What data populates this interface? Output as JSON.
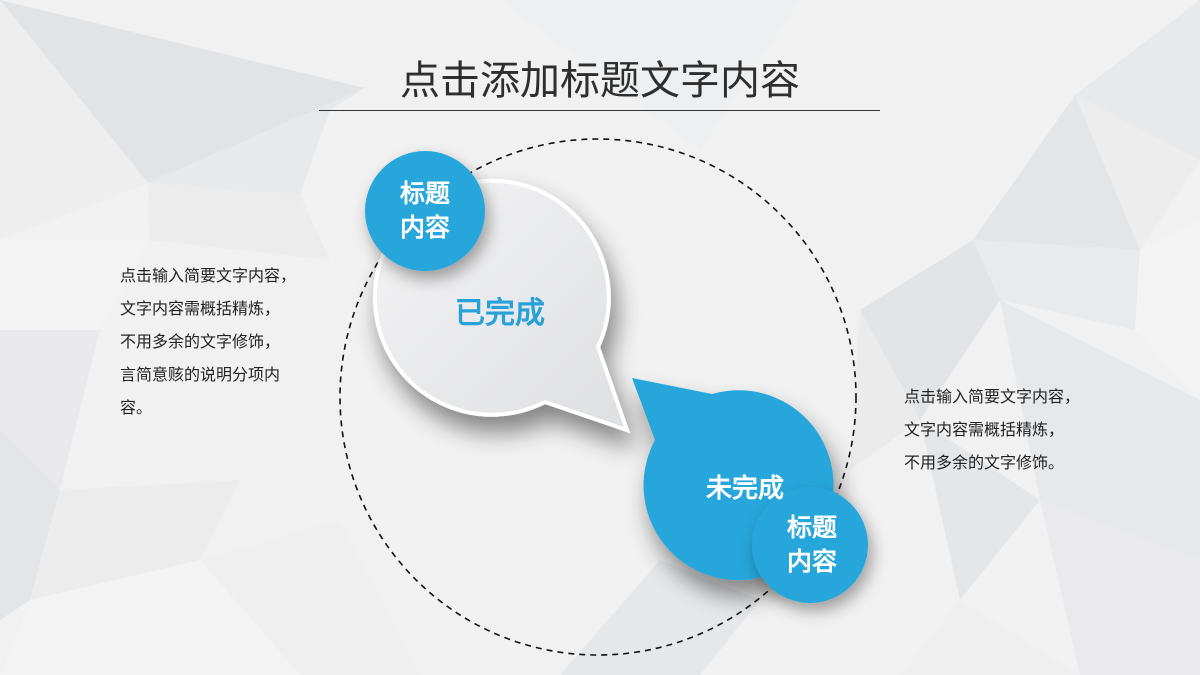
{
  "slide": {
    "title": "点击添加标题文字内容",
    "left_description": "点击输入简要文字内容，\n文字内容需概括精炼，\n不用多余的文字修饰，\n言简意赅的说明分项内\n容。",
    "right_description": "点击输入简要文字内容，\n文字内容需概括精炼，\n不用多余的文字修饰。",
    "bubbles": [
      {
        "label": "已完成",
        "badge_line1": "标题",
        "badge_line2": "内容",
        "bubble_color": "#e9e9ea",
        "label_color": "#27a1d8"
      },
      {
        "label": "未完成",
        "badge_line1": "标题",
        "badge_line2": "内容",
        "bubble_color": "#27a6db",
        "label_color": "#ffffff"
      }
    ]
  },
  "colors": {
    "accent": "#27a6db",
    "background": "#f1f1f2",
    "text": "#222222",
    "dashed_ring": "#111111"
  }
}
